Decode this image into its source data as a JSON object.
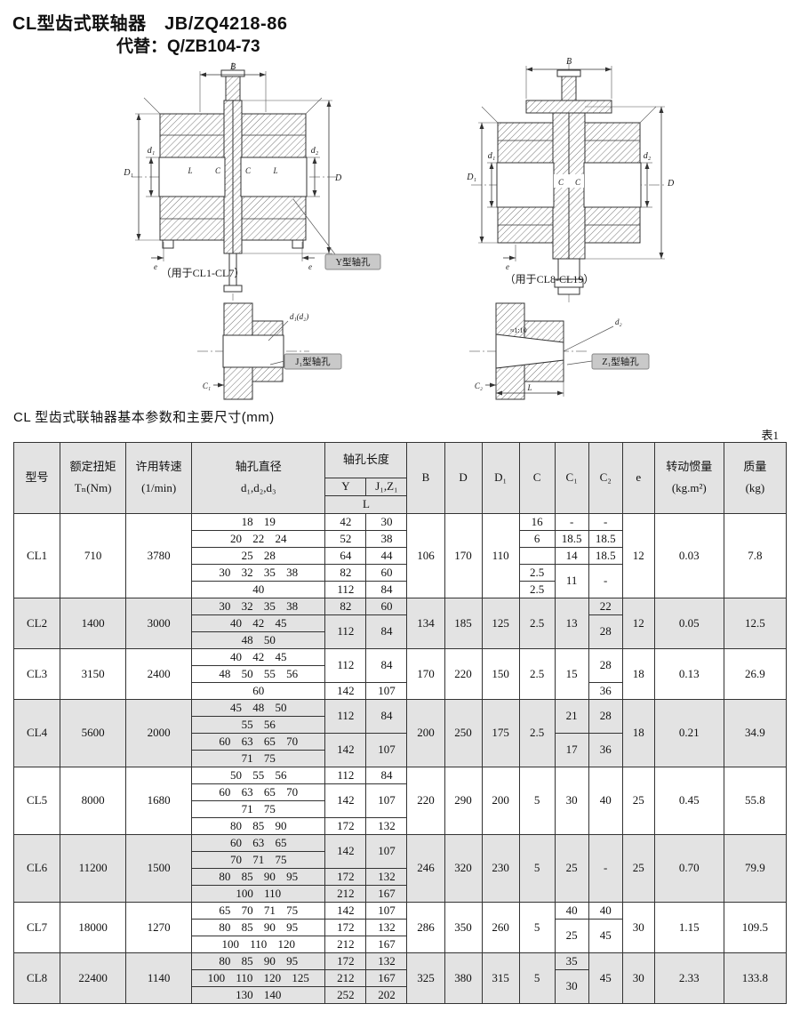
{
  "page": {
    "title": "CL型齿式联轴器　JB/ZQ4218-86",
    "subtitle": "代替：Q/ZB104-73",
    "table_caption": "CL 型齿式联轴器基本参数和主要尺寸(mm)",
    "table_no": "表1"
  },
  "drawings": {
    "left": {
      "caption": "（用于CL1-CL7）",
      "callout": "Y型轴孔",
      "dim_B": "B",
      "dim_D1": "D₁",
      "dim_d1": "d₁",
      "dim_d2": "d₂",
      "dim_D": "D",
      "dim_L1": "L",
      "dim_C1": "C",
      "dim_C2": "C",
      "dim_L2": "L",
      "dim_e1": "e",
      "dim_e2": "e"
    },
    "right": {
      "caption": "（用于CL8-CL19）",
      "dim_B": "B",
      "dim_D1": "D₁",
      "dim_d1": "d₁",
      "dim_d2": "d₂",
      "dim_D": "D",
      "dim_C1": "C",
      "dim_C2": "C",
      "dim_e": "e"
    },
    "j1": {
      "callout": "J₁型轴孔",
      "dim_d": "d₁(d₂)",
      "dim_c1": "C₁"
    },
    "z1": {
      "callout": "Z₁型轴孔",
      "dim_d2": "d₂",
      "dim_c2": "C₂",
      "dim_l": "L",
      "taper": "≈1:10"
    }
  },
  "table": {
    "headers": {
      "model": "型号",
      "torque_l1": "额定扭矩",
      "torque_l2": "Tₙ(Nm)",
      "speed_l1": "许用转速",
      "speed_l2": "(1/min)",
      "bore_l1": "轴孔直径",
      "bore_l2": "d₁,d₂,d₃",
      "length": "轴孔长度",
      "y": "Y",
      "jz": "J₁,Z₁",
      "l": "L",
      "b": "B",
      "d": "D",
      "d1": "D₁",
      "c": "C",
      "c1": "C₁",
      "c2": "C₂",
      "e": "e",
      "inertia_l1": "转动惯量",
      "inertia_l2": "(kg.m²)",
      "mass_l1": "质量",
      "mass_l2": "(kg)"
    },
    "groups": [
      {
        "model": "CL1",
        "torque": "710",
        "speed": "3780",
        "B": "106",
        "D": "170",
        "D1": "110",
        "e": "12",
        "inertia": "0.03",
        "mass": "7.8",
        "shaded": false,
        "rows": [
          {
            "d": "18 19",
            "Y": {
              "t": "42",
              "s": 1
            },
            "JZ": {
              "t": "30",
              "s": 1
            },
            "C": {
              "t": "16",
              "s": 1
            },
            "C1": {
              "t": "-",
              "s": 1
            },
            "C2": {
              "t": "-",
              "s": 1
            }
          },
          {
            "d": "20 22 24",
            "Y": {
              "t": "52",
              "s": 1
            },
            "JZ": {
              "t": "38",
              "s": 1
            },
            "C": {
              "t": "6",
              "s": 1
            },
            "C1": {
              "t": "18.5",
              "s": 1
            },
            "C2": {
              "t": "18.5",
              "s": 1
            }
          },
          {
            "d": "25 28",
            "Y": {
              "t": "64",
              "s": 1
            },
            "JZ": {
              "t": "44",
              "s": 1
            },
            "C": {
              "t": "",
              "s": 1
            },
            "C1": {
              "t": "14",
              "s": 1
            },
            "C2": {
              "t": "18.5",
              "s": 1
            }
          },
          {
            "d": "30 32 35 38",
            "Y": {
              "t": "82",
              "s": 1
            },
            "JZ": {
              "t": "60",
              "s": 1
            },
            "C": {
              "t": "2.5",
              "s": 1
            },
            "C1": {
              "t": "11",
              "s": 2
            },
            "C2": {
              "t": "-",
              "s": 2
            }
          },
          {
            "d": "40",
            "Y": {
              "t": "112",
              "s": 1
            },
            "JZ": {
              "t": "84",
              "s": 1
            },
            "C": {
              "t": "2.5",
              "s": 1
            }
          }
        ]
      },
      {
        "model": "CL2",
        "torque": "1400",
        "speed": "3000",
        "B": "134",
        "D": "185",
        "D1": "125",
        "e": "12",
        "inertia": "0.05",
        "mass": "12.5",
        "shaded": true,
        "rows": [
          {
            "d": "30 32 35 38",
            "Y": {
              "t": "82",
              "s": 1
            },
            "JZ": {
              "t": "60",
              "s": 1
            },
            "C": {
              "t": "2.5",
              "s": 3
            },
            "C1": {
              "t": "13",
              "s": 3
            },
            "C2": {
              "t": "22",
              "s": 1
            }
          },
          {
            "d": "40 42 45",
            "Y": {
              "t": "112",
              "s": 2
            },
            "JZ": {
              "t": "84",
              "s": 2
            },
            "C2": {
              "t": "28",
              "s": 2
            }
          },
          {
            "d": "48 50"
          }
        ]
      },
      {
        "model": "CL3",
        "torque": "3150",
        "speed": "2400",
        "B": "170",
        "D": "220",
        "D1": "150",
        "e": "18",
        "inertia": "0.13",
        "mass": "26.9",
        "shaded": false,
        "rows": [
          {
            "d": "40 42 45",
            "Y": {
              "t": "112",
              "s": 2
            },
            "JZ": {
              "t": "84",
              "s": 2
            },
            "C": {
              "t": "2.5",
              "s": 3
            },
            "C1": {
              "t": "15",
              "s": 3
            },
            "C2": {
              "t": "28",
              "s": 2
            }
          },
          {
            "d": "48 50 55 56"
          },
          {
            "d": "60",
            "Y": {
              "t": "142",
              "s": 1
            },
            "JZ": {
              "t": "107",
              "s": 1
            },
            "C2": {
              "t": "36",
              "s": 1
            }
          }
        ]
      },
      {
        "model": "CL4",
        "torque": "5600",
        "speed": "2000",
        "B": "200",
        "D": "250",
        "D1": "175",
        "e": "18",
        "inertia": "0.21",
        "mass": "34.9",
        "shaded": true,
        "rows": [
          {
            "d": "45 48 50",
            "Y": {
              "t": "112",
              "s": 2
            },
            "JZ": {
              "t": "84",
              "s": 2
            },
            "C": {
              "t": "2.5",
              "s": 4
            },
            "C1": {
              "t": "21",
              "s": 2
            },
            "C2": {
              "t": "28",
              "s": 2
            }
          },
          {
            "d": "55 56"
          },
          {
            "d": "60 63 65 70",
            "Y": {
              "t": "142",
              "s": 2
            },
            "JZ": {
              "t": "107",
              "s": 2
            },
            "C1": {
              "t": "17",
              "s": 2
            },
            "C2": {
              "t": "36",
              "s": 2
            }
          },
          {
            "d": "71 75"
          }
        ]
      },
      {
        "model": "CL5",
        "torque": "8000",
        "speed": "1680",
        "B": "220",
        "D": "290",
        "D1": "200",
        "e": "25",
        "inertia": "0.45",
        "mass": "55.8",
        "shaded": false,
        "rows": [
          {
            "d": "50 55 56",
            "Y": {
              "t": "112",
              "s": 1
            },
            "JZ": {
              "t": "84",
              "s": 1
            },
            "C": {
              "t": "5",
              "s": 4
            },
            "C1": {
              "t": "30",
              "s": 4
            },
            "C2": {
              "t": "40",
              "s": 4
            }
          },
          {
            "d": "60 63 65 70",
            "Y": {
              "t": "142",
              "s": 2
            },
            "JZ": {
              "t": "107",
              "s": 2
            }
          },
          {
            "d": "71 75"
          },
          {
            "d": "80 85 90",
            "Y": {
              "t": "172",
              "s": 1
            },
            "JZ": {
              "t": "132",
              "s": 1
            }
          }
        ]
      },
      {
        "model": "CL6",
        "torque": "11200",
        "speed": "1500",
        "B": "246",
        "D": "320",
        "D1": "230",
        "e": "25",
        "inertia": "0.70",
        "mass": "79.9",
        "shaded": true,
        "rows": [
          {
            "d": "60 63 65",
            "Y": {
              "t": "142",
              "s": 2
            },
            "JZ": {
              "t": "107",
              "s": 2
            },
            "C": {
              "t": "5",
              "s": 4
            },
            "C1": {
              "t": "25",
              "s": 4
            },
            "C2": {
              "t": "-",
              "s": 4
            }
          },
          {
            "d": "70 71 75"
          },
          {
            "d": "80 85 90 95",
            "Y": {
              "t": "172",
              "s": 1
            },
            "JZ": {
              "t": "132",
              "s": 1
            }
          },
          {
            "d": "100 110",
            "Y": {
              "t": "212",
              "s": 1
            },
            "JZ": {
              "t": "167",
              "s": 1
            }
          }
        ]
      },
      {
        "model": "CL7",
        "torque": "18000",
        "speed": "1270",
        "B": "286",
        "D": "350",
        "D1": "260",
        "e": "30",
        "inertia": "1.15",
        "mass": "109.5",
        "shaded": false,
        "rows": [
          {
            "d": "65 70 71 75",
            "Y": {
              "t": "142",
              "s": 1
            },
            "JZ": {
              "t": "107",
              "s": 1
            },
            "C": {
              "t": "5",
              "s": 3
            },
            "C1": {
              "t": "40",
              "s": 1
            },
            "C2": {
              "t": "40",
              "s": 1
            }
          },
          {
            "d": "80 85 90 95",
            "Y": {
              "t": "172",
              "s": 1
            },
            "JZ": {
              "t": "132",
              "s": 1
            },
            "C1": {
              "t": "25",
              "s": 2
            },
            "C2": {
              "t": "45",
              "s": 2
            }
          },
          {
            "d": "100 110 120",
            "Y": {
              "t": "212",
              "s": 1
            },
            "JZ": {
              "t": "167",
              "s": 1
            }
          }
        ]
      },
      {
        "model": "CL8",
        "torque": "22400",
        "speed": "1140",
        "B": "325",
        "D": "380",
        "D1": "315",
        "e": "30",
        "inertia": "2.33",
        "mass": "133.8",
        "shaded": true,
        "rows": [
          {
            "d": "80 85 90 95",
            "Y": {
              "t": "172",
              "s": 1
            },
            "JZ": {
              "t": "132",
              "s": 1
            },
            "C": {
              "t": "5",
              "s": 3
            },
            "C1": {
              "t": "35",
              "s": 1
            },
            "C2": {
              "t": "45",
              "s": 3
            }
          },
          {
            "d": "100 110 120 125",
            "Y": {
              "t": "212",
              "s": 1
            },
            "JZ": {
              "t": "167",
              "s": 1
            },
            "C1": {
              "t": "30",
              "s": 2
            }
          },
          {
            "d": "130 140",
            "Y": {
              "t": "252",
              "s": 1
            },
            "JZ": {
              "t": "202",
              "s": 1
            }
          }
        ]
      }
    ]
  }
}
